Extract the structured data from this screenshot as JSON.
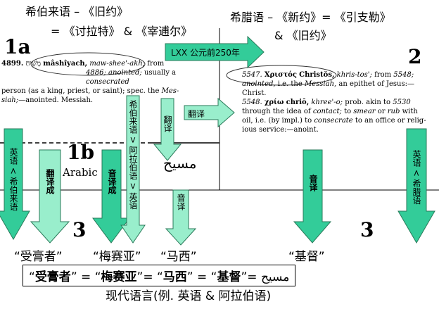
{
  "header": {
    "hebrew_line1": "希伯来语 – 《旧约》",
    "hebrew_line2": "= 《讨拉特》 & 《宰逋尔》",
    "greek_line1": "希腊语 – 《新约》= 《引支勒》",
    "greek_line2": "& 《旧约》"
  },
  "labels": {
    "num_1a": "1a",
    "num_2": "2",
    "num_1b": "1b",
    "arabic": "Arabic",
    "num_3_left": "3",
    "num_3_right": "3",
    "lxx": "LXX 公元前250年",
    "arabic_word": "مسيح"
  },
  "dictionary": {
    "hebrew": {
      "number": "4899.",
      "hebrew_script": "מָשִׁיחַ",
      "headword": "mâshîyach,",
      "pron": "maw-shee'-akh;",
      "line1_rest": "from",
      "line2": "4886;",
      "line2_italic": "anointed;",
      "line2_rest": "usually a",
      "line2_italic2": "consecrated",
      "line3": "person (as a king, priest, or saint); spec. the",
      "line3_italic": "Mes-",
      "line4_italic": "siah;",
      "line4_rest": "—anointed. Messiah."
    },
    "greek": {
      "number1": "5547.",
      "greek1": "Χριστός",
      "headword1": "Christŏs,",
      "pron1": "khris-tos';",
      "from1": "from",
      "ref1": "5548;",
      "line2_italic": "anointed,",
      "line2_rest": "i.e. the",
      "line2_italic2": "Messiah,",
      "line2_rest2": "an epithet of Jesus:—",
      "line3": "Christ.",
      "number2": "5548.",
      "greek2": "χρίω",
      "headword2": "chriō,",
      "pron2": "khree'-o;",
      "line4_rest": "prob. akin to",
      "ref2": "5530",
      "line5": "through the idea of",
      "line5_italic": "contact;",
      "line5_rest": "to",
      "line5_italic2": "smear",
      "line5_rest2": "or",
      "line5_italic3": "rub",
      "line5_rest3": "with",
      "line6": "oil, i.e. (by impl.) to",
      "line6_italic": "consecrate",
      "line6_rest": "to an office or relig-",
      "line7": "ious service:—anoint."
    }
  },
  "arrows": {
    "hebrew_to_english": "英语 < 希伯来语",
    "translate_a": "翻译成",
    "transliterate_a": "音译成",
    "hebrew_to_arabic_to_english": "希伯来语 > 阿拉伯语 > 英语",
    "translate_b": "翻译",
    "transliterate_b": "音译",
    "translate_c": "翻译",
    "transliterate_c": "音译",
    "english_from_greek": "英语 < 希腊语"
  },
  "words": {
    "w1": "“受膏者”",
    "w2": "“梅赛亚”",
    "w3": "“马西”",
    "w4": "“基督”"
  },
  "equation": {
    "t1": "受膏者",
    "eq1": " = ",
    "t2": "梅赛亚",
    "eq2": "= ",
    "t3": "马西",
    "eq3": " = ",
    "t4": "基督",
    "eq4": "= ",
    "t5": "مسيح"
  },
  "footer": "现代语言(例. 英语 & 阿拉伯语)",
  "colors": {
    "arrow_fill": "#33cc99",
    "arrow_fill_light": "#99eecc",
    "arrow_stroke": "#2a7a5a"
  }
}
